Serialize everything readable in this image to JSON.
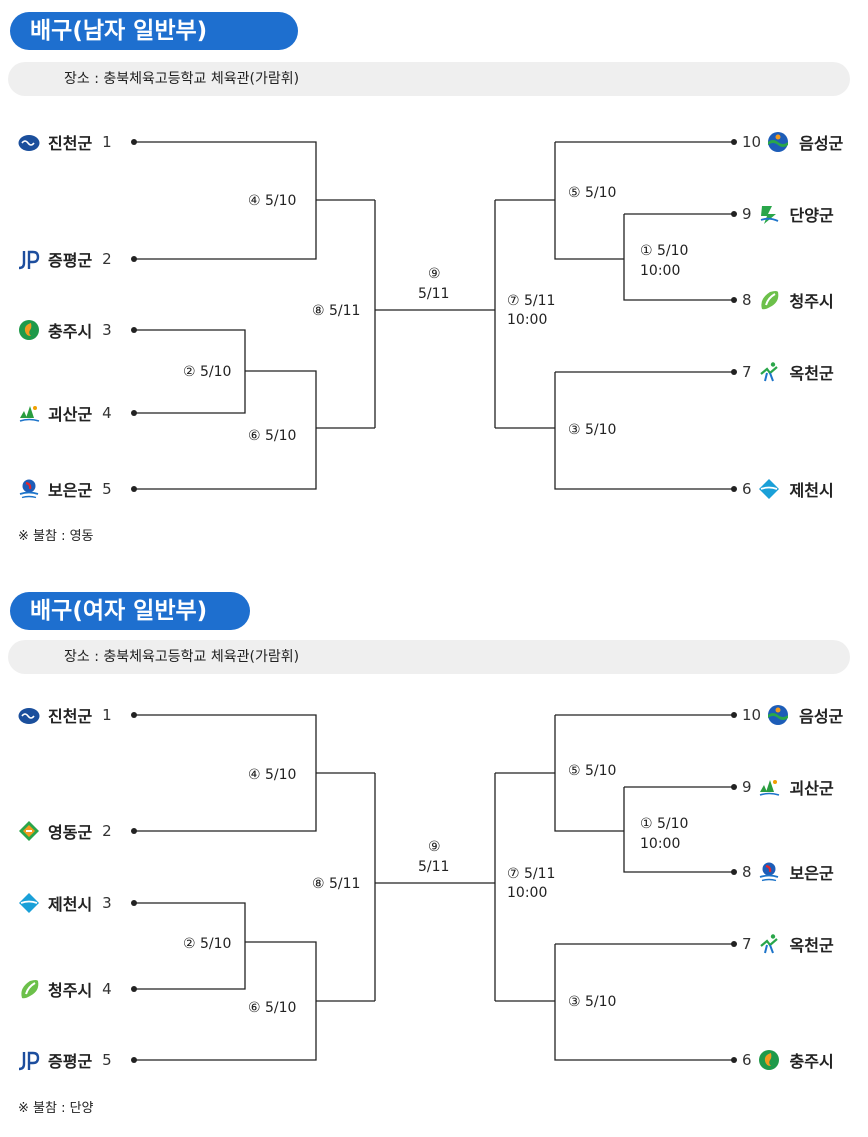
{
  "men": {
    "title": "배구(남자 일반부)",
    "venue": "장소 : 충북체육고등학교 체육관(가람휘)",
    "note": "※ 불참 : 영동",
    "left_teams": [
      {
        "name": "진천군",
        "seed": "1",
        "icon": "jincheon-logo-icon"
      },
      {
        "name": "증평군",
        "seed": "2",
        "icon": "jeungpyeong-logo-icon"
      },
      {
        "name": "충주시",
        "seed": "3",
        "icon": "chungju-logo-icon"
      },
      {
        "name": "괴산군",
        "seed": "4",
        "icon": "goesan-logo-icon"
      },
      {
        "name": "보은군",
        "seed": "5",
        "icon": "boeun-logo-icon"
      }
    ],
    "right_teams": [
      {
        "name": "음성군",
        "seed": "10",
        "icon": "eumseong-logo-icon"
      },
      {
        "name": "단양군",
        "seed": "9",
        "icon": "danyang-logo-icon"
      },
      {
        "name": "청주시",
        "seed": "8",
        "icon": "cheongju-logo-icon"
      },
      {
        "name": "옥천군",
        "seed": "7",
        "icon": "okcheon-logo-icon"
      },
      {
        "name": "제천시",
        "seed": "6",
        "icon": "jecheon-logo-icon"
      }
    ],
    "matches": {
      "m4": "④ 5/10",
      "m2": "② 5/10",
      "m6": "⑥ 5/10",
      "m8": "⑧ 5/11",
      "m9_a": "⑨",
      "m9_b": "5/11",
      "m7_a": "⑦ 5/11",
      "m7_b": "10:00",
      "m5": "⑤ 5/10",
      "m1_a": "① 5/10",
      "m1_b": "10:00",
      "m3": "③ 5/10"
    }
  },
  "women": {
    "title": "배구(여자 일반부)",
    "venue": "장소 : 충북체육고등학교 체육관(가람휘)",
    "note": "※ 불참 : 단양",
    "left_teams": [
      {
        "name": "진천군",
        "seed": "1",
        "icon": "jincheon-logo-icon"
      },
      {
        "name": "영동군",
        "seed": "2",
        "icon": "yeongdong-logo-icon"
      },
      {
        "name": "제천시",
        "seed": "3",
        "icon": "jecheon-logo-icon"
      },
      {
        "name": "청주시",
        "seed": "4",
        "icon": "cheongju-logo-icon"
      },
      {
        "name": "증평군",
        "seed": "5",
        "icon": "jeungpyeong-logo-icon"
      }
    ],
    "right_teams": [
      {
        "name": "음성군",
        "seed": "10",
        "icon": "eumseong-logo-icon"
      },
      {
        "name": "괴산군",
        "seed": "9",
        "icon": "goesan-logo-icon"
      },
      {
        "name": "보은군",
        "seed": "8",
        "icon": "boeun-logo-icon"
      },
      {
        "name": "옥천군",
        "seed": "7",
        "icon": "okcheon-logo-icon"
      },
      {
        "name": "충주시",
        "seed": "6",
        "icon": "chungju-logo-icon"
      }
    ],
    "matches": {
      "m4": "④ 5/10",
      "m2": "② 5/10",
      "m6": "⑥ 5/10",
      "m8": "⑧ 5/11",
      "m9_a": "⑨",
      "m9_b": "5/11",
      "m7_a": "⑦ 5/11",
      "m7_b": "10:00",
      "m5": "⑤ 5/10",
      "m1_a": "① 5/10",
      "m1_b": "10:00",
      "m3": "③ 5/10"
    }
  }
}
